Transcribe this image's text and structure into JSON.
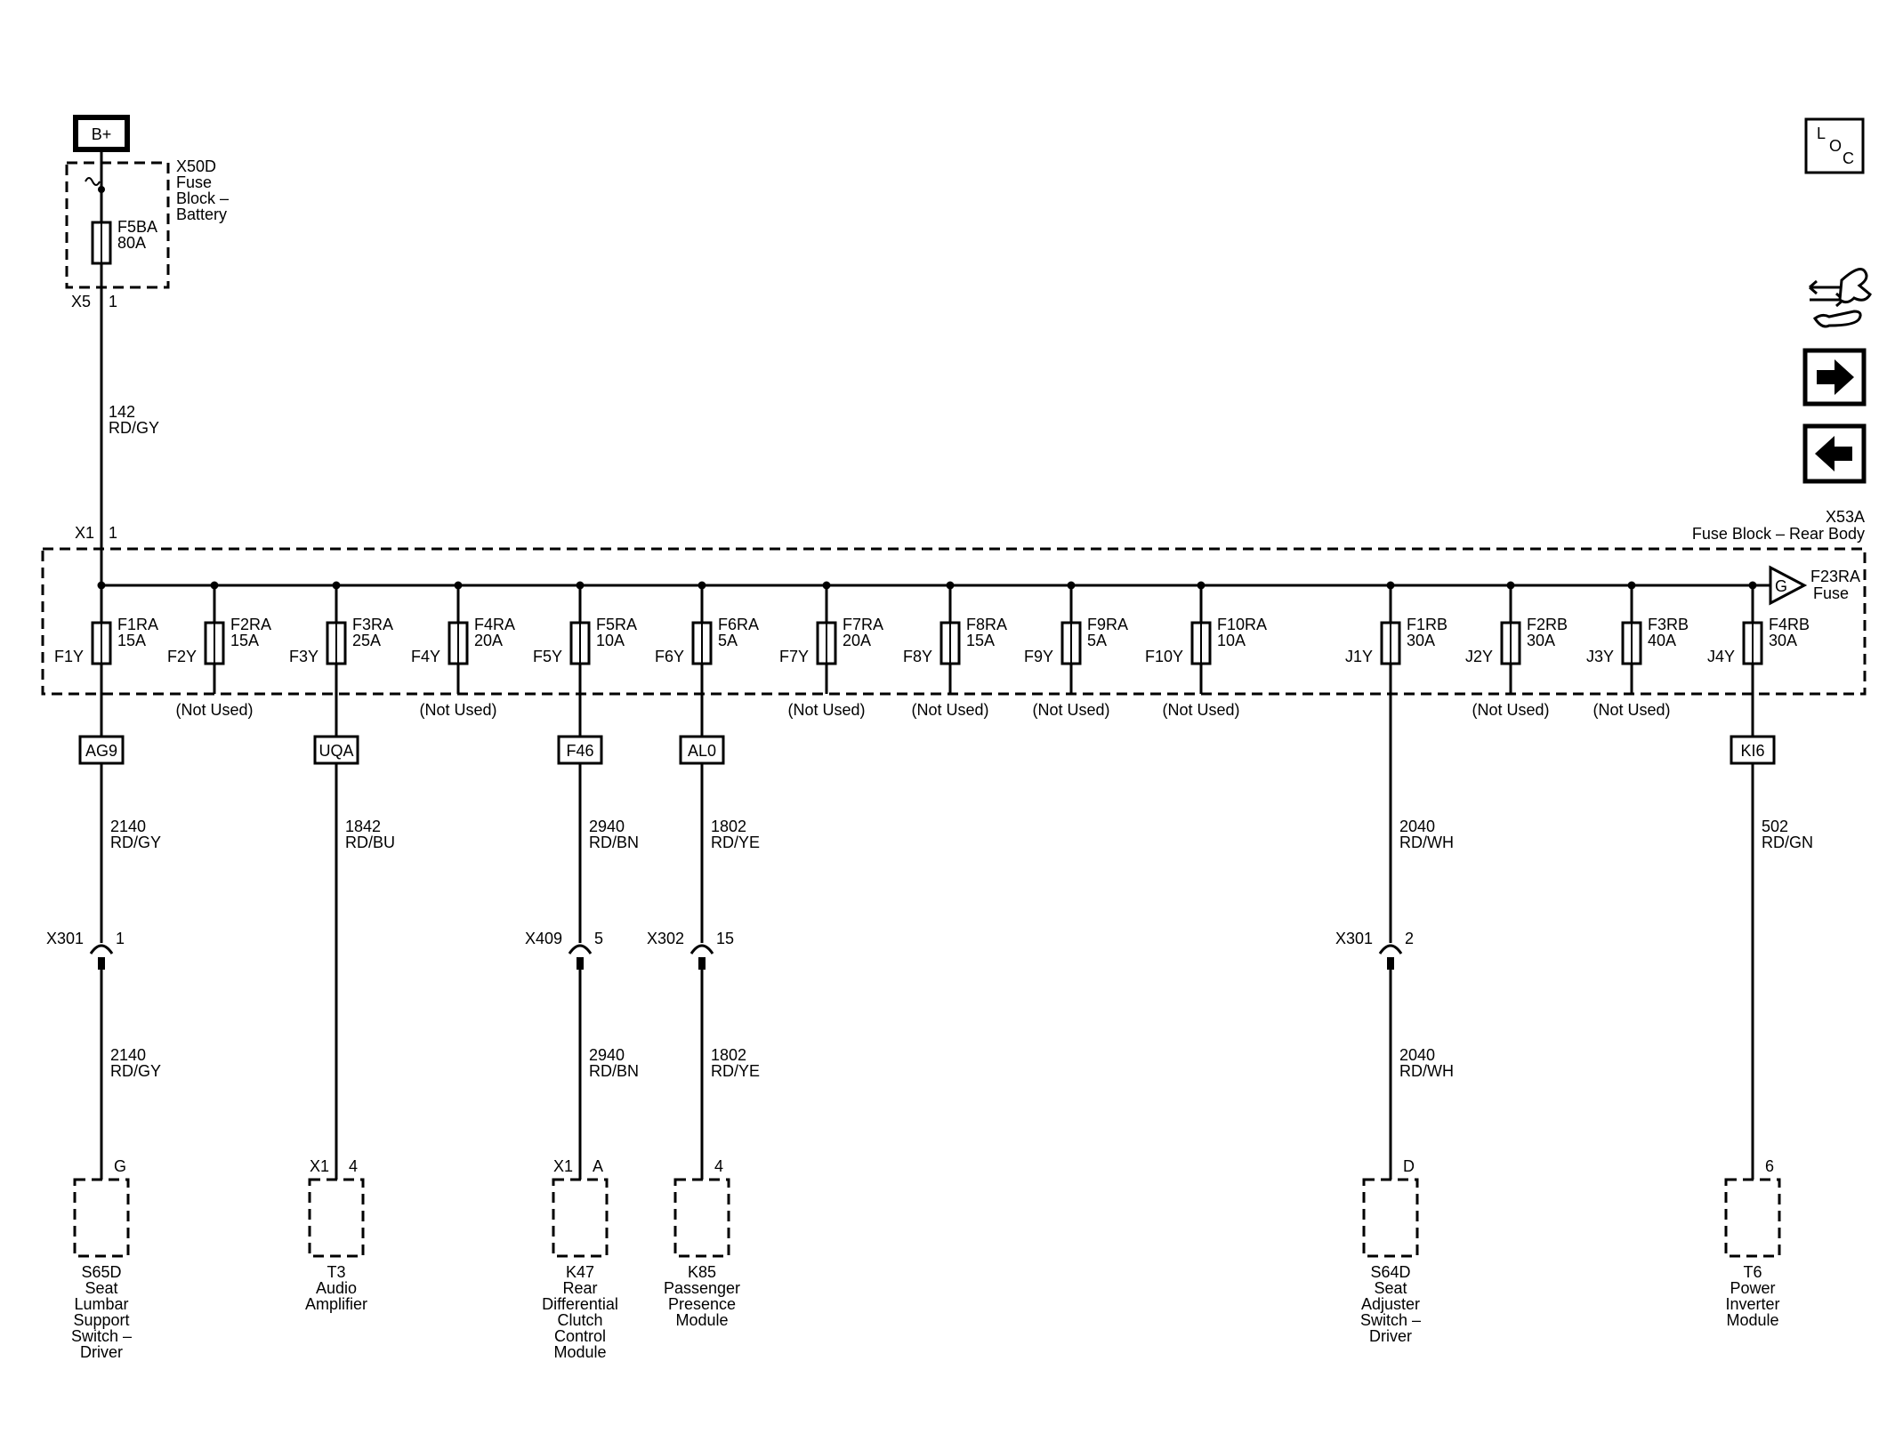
{
  "battery": {
    "label": "B+",
    "fuse_block_lines": [
      "X50D",
      "Fuse",
      "Block –",
      "Battery"
    ],
    "fuse_id": "F5BA",
    "fuse_rating": "80A",
    "connector": "X5",
    "pin": "1"
  },
  "feed_wire": {
    "circuit": "142",
    "color": "RD/GY"
  },
  "rear_block": {
    "id": "X53A",
    "name": "Fuse Block – Rear Body",
    "connector": "X1",
    "pin": "1",
    "output_fuse": "F23RA",
    "output_label": "Fuse",
    "output_symbol": "G"
  },
  "fuses": [
    {
      "pin": "F1Y",
      "id": "F1RA",
      "rating": "15A",
      "used": true
    },
    {
      "pin": "F2Y",
      "id": "F2RA",
      "rating": "15A",
      "used": false
    },
    {
      "pin": "F3Y",
      "id": "F3RA",
      "rating": "25A",
      "used": true
    },
    {
      "pin": "F4Y",
      "id": "F4RA",
      "rating": "20A",
      "used": false
    },
    {
      "pin": "F5Y",
      "id": "F5RA",
      "rating": "10A",
      "used": true
    },
    {
      "pin": "F6Y",
      "id": "F6RA",
      "rating": "5A",
      "used": true
    },
    {
      "pin": "F7Y",
      "id": "F7RA",
      "rating": "20A",
      "used": false
    },
    {
      "pin": "F8Y",
      "id": "F8RA",
      "rating": "15A",
      "used": false
    },
    {
      "pin": "F9Y",
      "id": "F9RA",
      "rating": "5A",
      "used": false
    },
    {
      "pin": "F10Y",
      "id": "F10RA",
      "rating": "10A",
      "used": false
    },
    {
      "pin": "J1Y",
      "id": "F1RB",
      "rating": "30A",
      "used": true
    },
    {
      "pin": "J2Y",
      "id": "F2RB",
      "rating": "30A",
      "used": false
    },
    {
      "pin": "J3Y",
      "id": "F3RB",
      "rating": "40A",
      "used": false
    },
    {
      "pin": "J4Y",
      "id": "F4RB",
      "rating": "30A",
      "used": true
    }
  ],
  "not_used_label": "(Not Used)",
  "branches": [
    {
      "fuse_index": 0,
      "option": "AG9",
      "wire1": {
        "circuit": "2140",
        "color": "RD/GY"
      },
      "inline": {
        "connector": "X301",
        "pin": "1"
      },
      "wire2": {
        "circuit": "2140",
        "color": "RD/GY"
      },
      "end_connector": "",
      "end_pin": "G",
      "component": [
        "S65D",
        "Seat",
        "Lumbar",
        "Support",
        "Switch –",
        "Driver"
      ]
    },
    {
      "fuse_index": 2,
      "option": "UQA",
      "wire1": {
        "circuit": "1842",
        "color": "RD/BU"
      },
      "inline": null,
      "wire2": null,
      "end_connector": "X1",
      "end_pin": "4",
      "component": [
        "T3",
        "Audio",
        "Amplifier"
      ]
    },
    {
      "fuse_index": 4,
      "option": "F46",
      "wire1": {
        "circuit": "2940",
        "color": "RD/BN"
      },
      "inline": {
        "connector": "X409",
        "pin": "5"
      },
      "wire2": {
        "circuit": "2940",
        "color": "RD/BN"
      },
      "end_connector": "X1",
      "end_pin": "A",
      "component": [
        "K47",
        "Rear",
        "Differential",
        "Clutch",
        "Control",
        "Module"
      ]
    },
    {
      "fuse_index": 5,
      "option": "AL0",
      "wire1": {
        "circuit": "1802",
        "color": "RD/YE"
      },
      "inline": {
        "connector": "X302",
        "pin": "15"
      },
      "wire2": {
        "circuit": "1802",
        "color": "RD/YE"
      },
      "end_connector": "",
      "end_pin": "4",
      "component": [
        "K85",
        "Passenger",
        "Presence",
        "Module"
      ]
    },
    {
      "fuse_index": 10,
      "option": "",
      "wire1": {
        "circuit": "2040",
        "color": "RD/WH"
      },
      "inline": {
        "connector": "X301",
        "pin": "2"
      },
      "wire2": {
        "circuit": "2040",
        "color": "RD/WH"
      },
      "end_connector": "",
      "end_pin": "D",
      "component": [
        "S64D",
        "Seat",
        "Adjuster",
        "Switch –",
        "Driver"
      ]
    },
    {
      "fuse_index": 13,
      "option": "KI6",
      "wire1": {
        "circuit": "502",
        "color": "RD/GN"
      },
      "inline": null,
      "wire2": null,
      "end_connector": "",
      "end_pin": "6",
      "component": [
        "T6",
        "Power",
        "Inverter",
        "Module"
      ]
    }
  ],
  "side_icons": {
    "loc": {
      "letters": [
        "L",
        "O",
        "C"
      ],
      "icon": "location-icon"
    },
    "tools": {
      "icon": "arrows-wrench-icon"
    },
    "next": {
      "icon": "arrow-right-icon"
    },
    "prev": {
      "icon": "arrow-left-icon"
    }
  }
}
